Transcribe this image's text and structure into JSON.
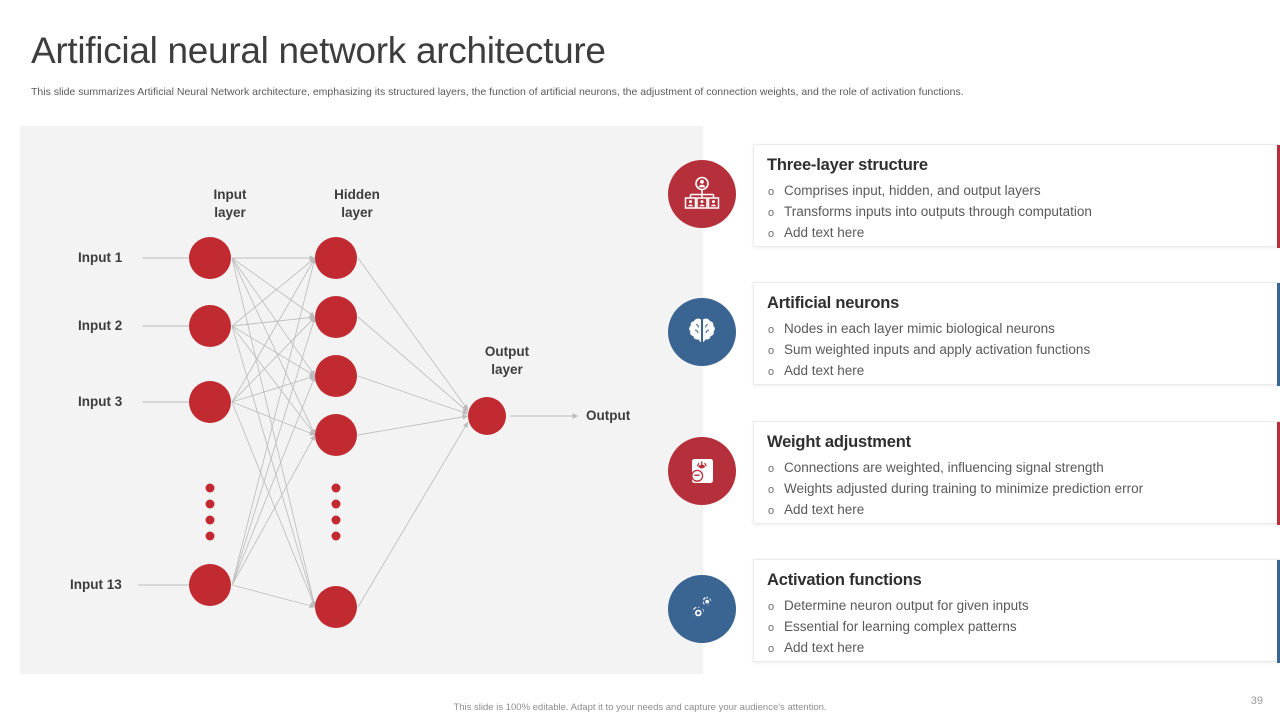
{
  "header": {
    "title": "Artificial neural network architecture",
    "subtitle": "This slide summarizes Artificial Neural Network architecture, emphasizing its structured layers, the function of artificial neurons, the adjustment of connection weights, and the role of activation functions."
  },
  "diagram": {
    "layer_labels": {
      "input": "Input\nlayer",
      "input_line1": "Input",
      "input_line2": "layer",
      "hidden_line1": "Hidden",
      "hidden_line2": "layer",
      "output_line1": "Output",
      "output_line2": "layer"
    },
    "input_labels": [
      "Input 1",
      "Input 2",
      "Input 3",
      "Input 13"
    ],
    "output_label": "Output",
    "node_color": "#c22a31",
    "panel_bg": "#f3f3f3",
    "edge_color": "#b9b9b9"
  },
  "cards": [
    {
      "title": "Three-layer structure",
      "icon": "org-chart-icon",
      "color": "#b5303a",
      "bullets": [
        "Comprises input, hidden, and output layers",
        "Transforms inputs into outputs through computation",
        "Add text here"
      ]
    },
    {
      "title": "Artificial neurons",
      "icon": "brain-icon",
      "color": "#3a6491",
      "bullets": [
        "Nodes in each layer mimic biological neurons",
        "Sum weighted inputs and apply activation functions",
        "Add text here"
      ]
    },
    {
      "title": "Weight adjustment",
      "icon": "weighing-scale-icon",
      "color": "#b5303a",
      "bullets": [
        "Connections are weighted, influencing signal strength",
        "Weights adjusted during training to minimize prediction error",
        "Add text here"
      ]
    },
    {
      "title": "Activation functions",
      "icon": "gears-icon",
      "color": "#3a6491",
      "bullets": [
        "Determine neuron output for given inputs",
        "Essential for learning complex patterns",
        "Add text here"
      ]
    }
  ],
  "bullet_marker": "o",
  "footer": {
    "note": "This slide is 100% editable. Adapt it to your needs and capture your audience's attention.",
    "page_number": "39"
  }
}
